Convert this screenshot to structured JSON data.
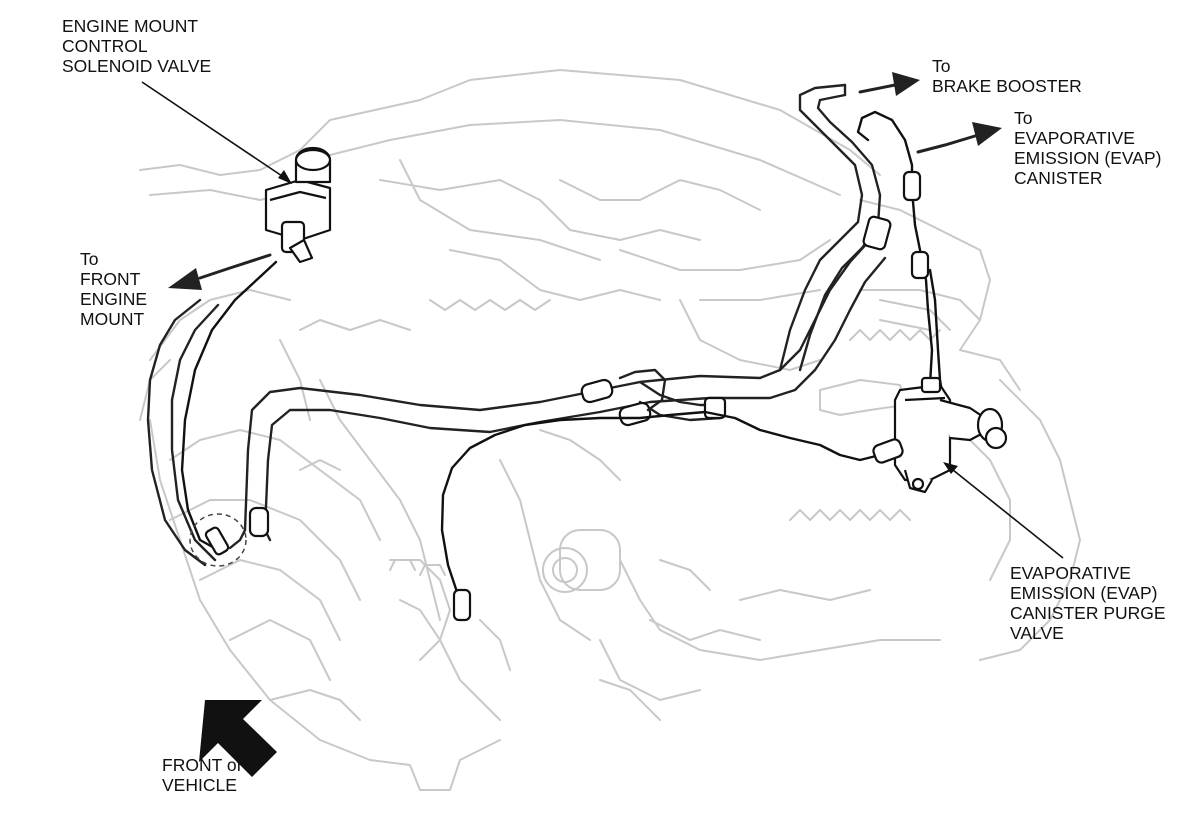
{
  "labels": {
    "engine_mount_solenoid": [
      "ENGINE MOUNT",
      "CONTROL",
      "SOLENOID VALVE"
    ],
    "front_engine_mount": [
      "To",
      "FRONT",
      "ENGINE",
      "MOUNT"
    ],
    "brake_booster": [
      "To",
      "BRAKE BOOSTER"
    ],
    "evap_canister": [
      "To",
      "EVAPORATIVE",
      "EMISSION (EVAP)",
      "CANISTER"
    ],
    "evap_purge_valve": [
      "EVAPORATIVE",
      "EMISSION (EVAP)",
      "CANISTER PURGE",
      "VALVE"
    ],
    "front_of_vehicle": [
      "FRONT of",
      "VEHICLE"
    ]
  },
  "colors": {
    "engine_outline": "#c8c8c8",
    "line_art": "#111111",
    "background": "#ffffff"
  },
  "icons": {
    "front_arrow": "front-of-vehicle-arrow-icon"
  }
}
